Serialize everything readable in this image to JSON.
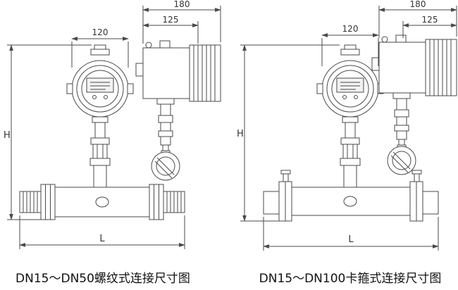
{
  "diagram": {
    "line_color": "#4a4a4a",
    "left": {
      "caption": "DN15～DN50螺纹式连接尺寸图",
      "dims": {
        "head_width": "120",
        "unit_width": "180",
        "unit_inner_width": "125",
        "height": "H",
        "length": "L"
      }
    },
    "right": {
      "caption": "DN15～DN100卡箍式连接尺寸图",
      "dims": {
        "head_width": "120",
        "unit_width": "180",
        "unit_inner_width": "125",
        "height": "H",
        "length": "L"
      }
    }
  }
}
